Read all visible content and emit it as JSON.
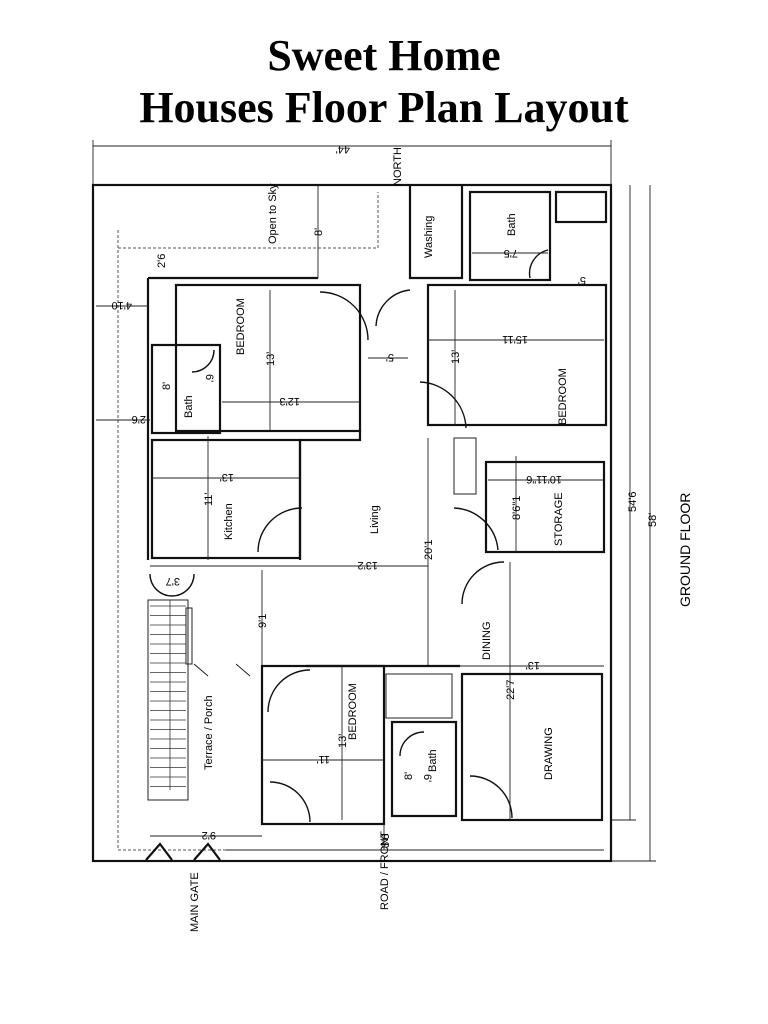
{
  "title_line1": "Sweet Home",
  "title_line2": "Houses Floor Plan Layout",
  "rooms": {
    "open_to_sky": "Open to Sky",
    "washing": "Washing",
    "bath_top_right": "Bath",
    "bedroom_top_left": "BEDROOM",
    "bath_left": "Bath",
    "bedroom_right": "BEDROOM",
    "kitchen": "Kitchen",
    "living": "Living",
    "storage": "STORAGE",
    "dining": "DINING",
    "terrace": "Terrace / Porch",
    "bedroom_bottom": "BEDROOM",
    "bath_bottom": "Bath",
    "drawing": "DRAWING"
  },
  "labels": {
    "north": "NORTH",
    "ground_floor": "GROUND FLOOR",
    "main_gate": "MAIN GATE",
    "road_front": "ROAD / FRONT"
  },
  "dimensions": {
    "overall_width": "44'",
    "d_8_top": "8'",
    "d_2_6_top": "2'6",
    "d_4_10": "4'10",
    "d_7_5": "7'5",
    "d_5_right": "5'",
    "d_13_bed_left": "13'",
    "d_12_3": "12'3",
    "d_5_mid": "5'",
    "d_13_bed_right": "13'",
    "d_15_11": "15'11",
    "d_8_bath": "8'",
    "d_6_bath": "6'",
    "d_2_6_left": "2'6",
    "d_13_kitchen": "13'",
    "d_11_kitchen": "11'",
    "d_10_11_6": "10'11\"6",
    "d_8_6_1": "8'6\"1",
    "d_20_1": "20'1",
    "d_13_2": "13'2",
    "d_3_7": "3'7",
    "d_9_1": "9'1",
    "d_13_dining": "13'",
    "d_22_7": "22'7",
    "d_13_bed_bottom": "13'",
    "d_11_bed_bottom": "11'",
    "d_8_bath_bottom": "8'",
    "d_6_bath_bottom": "6'",
    "d_9_2": "9'2",
    "d_3_6": "3'6",
    "d_54_6": "54'6",
    "d_58": "58'"
  }
}
